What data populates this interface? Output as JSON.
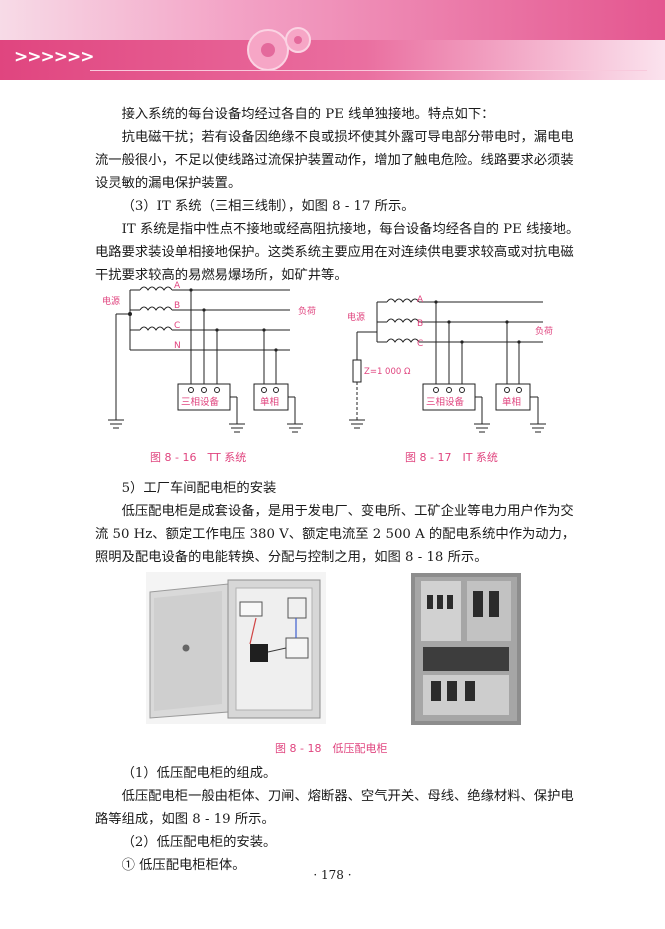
{
  "header": {
    "chevrons": ">>>>>>"
  },
  "paragraphs": {
    "p1": "接入系统的每台设备均经过各自的 PE 线单独接地。特点如下：",
    "p2": "抗电磁干扰；若有设备因绝缘不良或损坏使其外露可导电部分带电时，漏电电流一般很小，不足以使线路过流保护装置动作，增加了触电危险。线路要求必须装设灵敏的漏电保护装置。",
    "p3": "（3）IT 系统（三相三线制），如图 8 - 17 所示。",
    "p4": "IT 系统是指中性点不接地或经高阻抗接地，每台设备均经各自的 PE 线接地。电路要求装设单相接地保护。这类系统主要应用在对连续供电要求较高或对抗电磁干扰要求较高的易燃易爆场所，如矿井等。",
    "p5": "5）工厂车间配电柜的安装",
    "p6": "低压配电柜是成套设备，是用于发电厂、变电所、工矿企业等电力用户作为交流 50 Hz、额定工作电压 380 V、额定电流至 2 500 A 的配电系统中作为动力，照明及配电设备的电能转换、分配与控制之用，如图 8 - 18 所示。",
    "p7": "（1）低压配电柜的组成。",
    "p8": "低压配电柜一般由柜体、刀闸、熔断器、空气开关、母线、绝缘材料、保护电路等组成，如图 8 - 19 所示。",
    "p9": "（2）低压配电柜的安装。",
    "p10": "① 低压配电柜柜体。"
  },
  "fig16": {
    "source_label": "电源",
    "load_label": "负荷",
    "phases": [
      "A",
      "B",
      "C",
      "N"
    ],
    "three_phase_label": "三相设备",
    "single_phase_label": "单相",
    "caption": "图 8 - 16　TT 系统"
  },
  "fig17": {
    "source_label": "电源",
    "load_label": "负荷",
    "phases": [
      "A",
      "B",
      "C"
    ],
    "impedance_label": "Z=1 000 Ω",
    "three_phase_label": "三相设备",
    "single_phase_label": "单相",
    "caption": "图 8 - 17　IT 系统"
  },
  "fig18": {
    "caption": "图 8 - 18　低压配电柜"
  },
  "page_number": "· 178 ·",
  "colors": {
    "accent": "#e0457f",
    "label_pink": "#e0457f"
  }
}
